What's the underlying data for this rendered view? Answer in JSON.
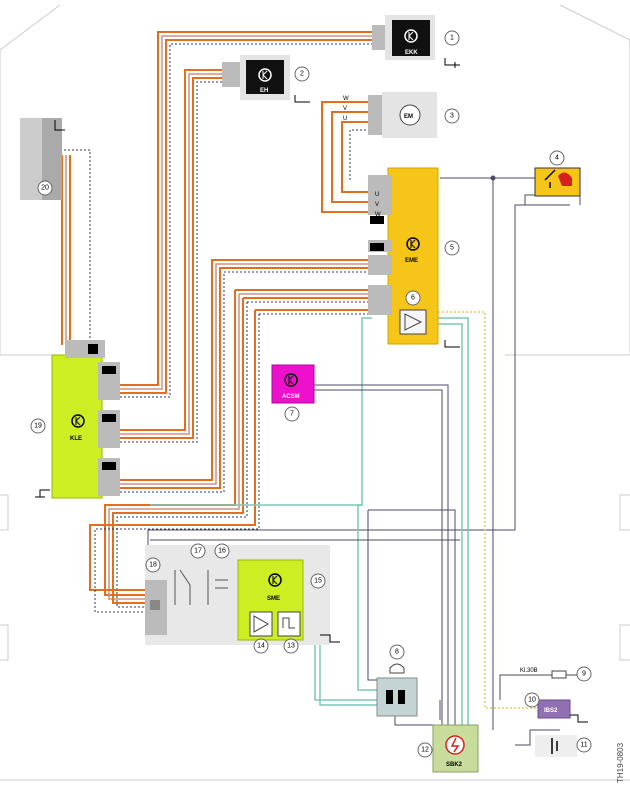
{
  "diagram_id": "TH19-0803",
  "modules": {
    "ekk": "EKK",
    "eh": "EH",
    "em": "EM",
    "eme": "EME",
    "acsm": "ACSM",
    "kle": "KLE",
    "sme": "SME",
    "ibs2": "IBS2",
    "sbk2": "SBK2"
  },
  "terminal_label": "Kl.30B",
  "phase_pins": [
    "W",
    "V",
    "U"
  ],
  "callouts": [
    "1",
    "2",
    "3",
    "4",
    "5",
    "6",
    "7",
    "8",
    "9",
    "10",
    "11",
    "12",
    "13",
    "14",
    "15",
    "16",
    "17",
    "18",
    "19",
    "20"
  ],
  "colors": {
    "power_orange": "#e07020",
    "yellow_module": "#f5c518",
    "lime_module": "#ccee22",
    "magenta_module": "#ee11cc",
    "purple_module": "#9070b0",
    "teal_line": "#7cc7b8",
    "dark_line": "#4a4a66",
    "yellow_dotted": "#e8c860"
  }
}
